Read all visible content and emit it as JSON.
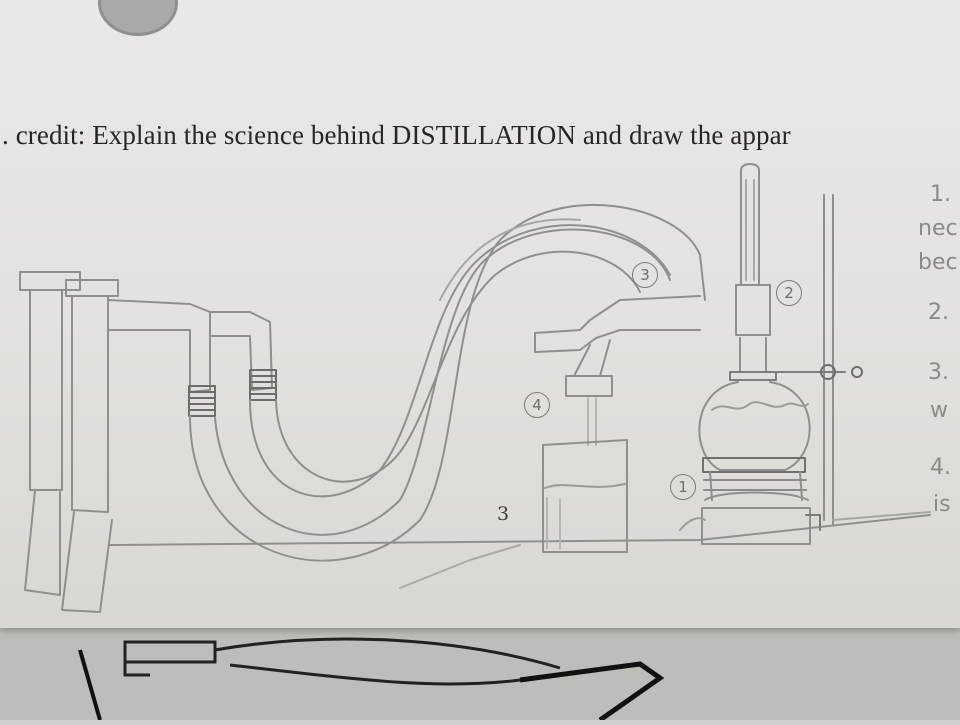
{
  "worksheet": {
    "prompt_text": ". credit: Explain the science behind DISTILLATION and draw the appar"
  },
  "sketch": {
    "beaker_number": "3",
    "circled_labels": [
      "1",
      "2",
      "3",
      "4"
    ]
  },
  "margin_notes": [
    {
      "text": "1."
    },
    {
      "text": "nec"
    },
    {
      "text": "bec"
    },
    {
      "text": "2."
    },
    {
      "text": "3."
    },
    {
      "text": "w"
    },
    {
      "text": "4."
    },
    {
      "text": "is"
    }
  ]
}
